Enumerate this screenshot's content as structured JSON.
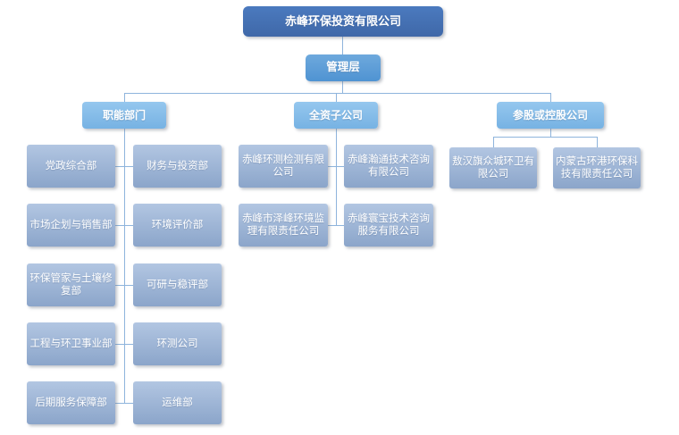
{
  "org_chart": {
    "root": "赤峰环保投资有限公司",
    "management": "管理层",
    "groups": [
      {
        "header": "职能部门",
        "children": [
          "党政综合部",
          "财务与投资部",
          "市场企划与销售部",
          "环境评价部",
          "环保管家与土壤修复部",
          "可研与稳评部",
          "工程与环卫事业部",
          "环测公司",
          "后期服务保障部",
          "运维部"
        ]
      },
      {
        "header": "全资子公司",
        "children": [
          "赤峰环测检测有限公司",
          "赤峰瀚通技术咨询有限公司",
          "赤峰市泽峰环境监理有限责任公司",
          "赤峰寰宝技术咨询服务有限公司"
        ]
      },
      {
        "header": "参股或控股公司",
        "children": [
          "敖汉旗众城环卫有限公司",
          "内蒙古环港环保科技有限责任公司"
        ]
      }
    ],
    "colors": {
      "root_box": "#4472B4",
      "management_box": "#5B9BD5",
      "group_header_box": "#85BCE9",
      "child_box": "#9FB6D6",
      "connector": "#8EB4DC",
      "text": "#FFFFFF"
    }
  }
}
